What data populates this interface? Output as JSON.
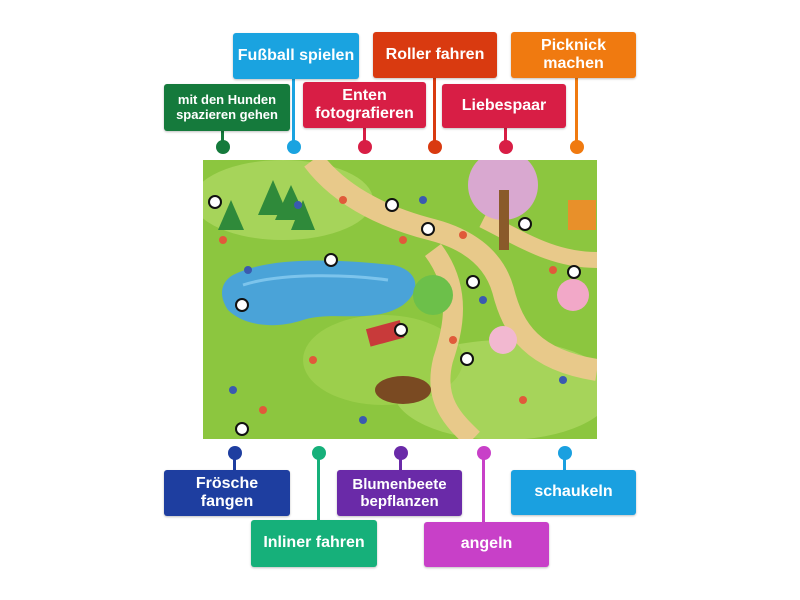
{
  "labels": {
    "hunde": "mit den Hunden spazieren gehen",
    "fussball": "Fußball spielen",
    "enten": "Enten fotografieren",
    "roller": "Roller fahren",
    "liebespaar": "Liebespaar",
    "picknick": "Picknick machen",
    "froesche": "Frösche fangen",
    "inliner": "Inliner fahren",
    "blumenbeete": "Blumenbeete bepflanzen",
    "angeln": "angeln",
    "schaukeln": "schaukeln"
  },
  "colors": {
    "hunde": "#157a3c",
    "fussball": "#1aa3e0",
    "enten": "#d81e45",
    "roller": "#d93a10",
    "liebespaar": "#d81e45",
    "picknick": "#f07a10",
    "froesche": "#1e3ea0",
    "inliner": "#16b07a",
    "blumenbeete": "#6a2aa8",
    "angeln": "#c840c8",
    "schaukeln": "#1aa0e0"
  },
  "scene_icon": "park-wimmelbild-illustration"
}
